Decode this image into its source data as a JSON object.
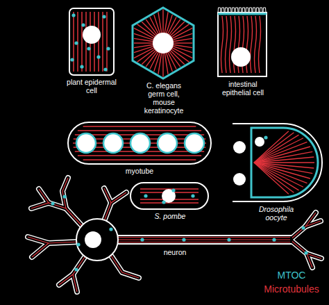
{
  "diagram": {
    "labels": [
      "plant epidermal cell",
      "C. elegans germ cell, mouse keratinocyte",
      "intestinal epithelial cell",
      "myotube",
      "Drosophila oocyte",
      "S. pombe",
      "neuron"
    ],
    "legend": [
      {
        "text": "MTOC",
        "color": "#3fc4cc"
      },
      {
        "text": "Microtubules",
        "color": "#e0343c"
      }
    ]
  }
}
